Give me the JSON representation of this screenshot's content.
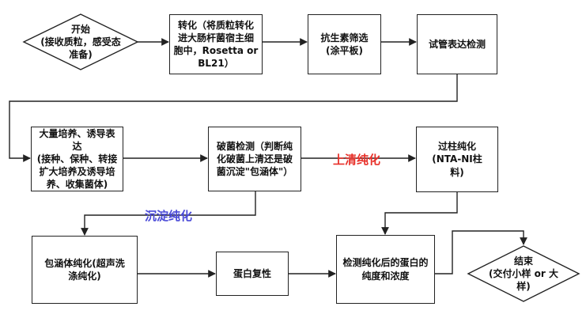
{
  "nodes": {
    "start": "开始\n(接收质粒，感受态\n准备)",
    "transform": "转化（将质粒转化\n进大肠杆菌宿主细\n胞中，Rosetta or\nBL21）",
    "antibiotic": "抗生素筛选\n(涂平板)",
    "test_expr": "试管表达检测",
    "culture": "大量培养、诱导表达\n(接种、保种、转接\n扩大培养及诱导培\n养、收集菌体)",
    "lysis": "破菌检测（判断纯\n化破菌上清还是破\n菌沉淀\"包涵体\"）",
    "column": "过柱纯化\n(NTA-NI柱\n料)",
    "inclusion": "包涵体纯化(超声洗\n涤纯化)",
    "refold": "蛋白复性",
    "check": "检测纯化后的蛋白的\n纯度和浓度",
    "end": "结束\n(交付小样 or 大\n样)"
  },
  "edge_labels": {
    "supernatant": "上清纯化",
    "pellet": "沉淀纯化"
  },
  "colors": {
    "supernatant": "#e8312a",
    "pellet": "#4a4ad8",
    "stroke": "#222222"
  }
}
